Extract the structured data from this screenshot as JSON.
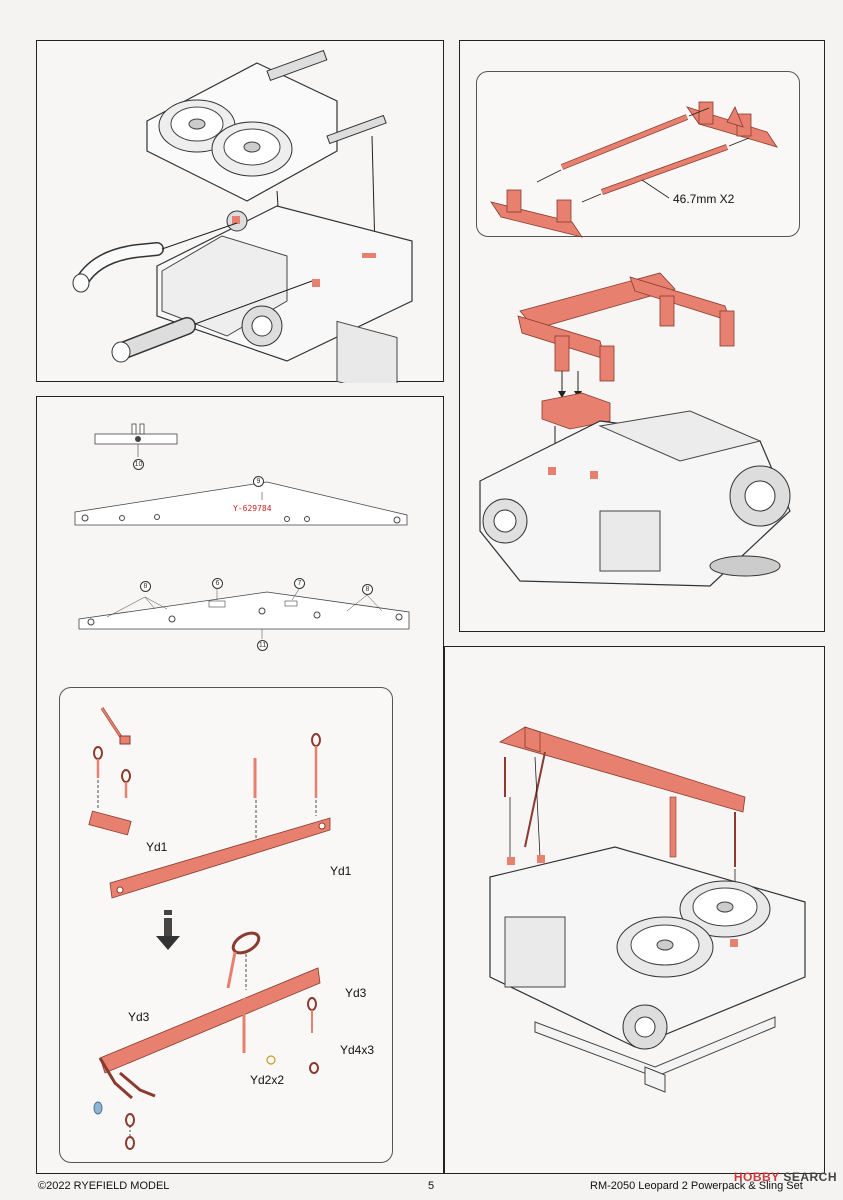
{
  "page": {
    "footer_left": "©2022 RYEFIELD MODEL",
    "page_number": "5",
    "footer_right": "RM-2050 Leopard 2 Powerpack & Sling Set",
    "watermark_hobby": "HOBBY",
    "watermark_search": "SEARCH"
  },
  "step_frame": {
    "callout": "46.7mm X2"
  },
  "etch_sheet": {
    "stamp_text": "Y-629784",
    "part_numbers": [
      "10",
      "9",
      "8",
      "6",
      "7",
      "8",
      "11"
    ]
  },
  "sling_steps": {
    "labels": {
      "yd1_a": "Yd1",
      "yd1_b": "Yd1",
      "yd3_a": "Yd3",
      "yd3_b": "Yd3",
      "yd4x3": "Yd4x3",
      "yd2x2": "Yd2x2"
    }
  },
  "colors": {
    "resin_part": "#e8806f",
    "line": "#222222",
    "paper": "#f4f3f1"
  }
}
